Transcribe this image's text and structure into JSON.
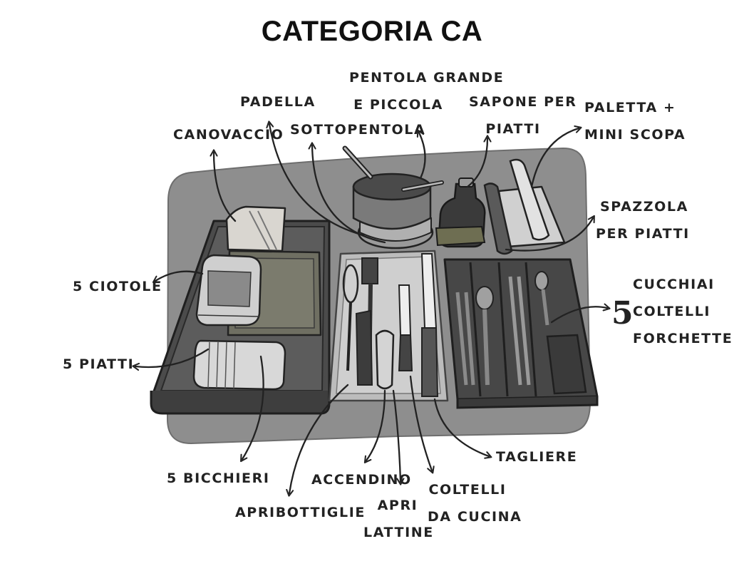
{
  "title": "CATEGORIA CA",
  "labels": {
    "canovaccio": "CANOVACCIO",
    "padella": "PADELLA",
    "sottopentola": "SOTTOPENTOLA",
    "pentola_1": "PENTOLA GRANDE",
    "pentola_2": "E PICCOLA",
    "sapone_1": "SAPONE PER",
    "sapone_2": "PIATTI",
    "paletta_1": "PALETTA +",
    "paletta_2": "MINI SCOPA",
    "spazzola_1": "SPAZZOLA",
    "spazzola_2": "PER PIATTI",
    "ciotole": "5 CIOTOLE",
    "piatti": "5 PIATTI",
    "posate_count": "5",
    "cucchiai": "CUCCHIAI",
    "coltelli": "COLTELLI",
    "forchette": "FORCHETTE",
    "bicchieri": "5 BICCHIERI",
    "apribottiglie": "APRIBOTTIGLIE",
    "accendino": "ACCENDINO",
    "apri_1": "APRI",
    "apri_2": "LATTINE",
    "coltelli_cucina_1": "COLTELLI",
    "coltelli_cucina_2": "DA CUCINA",
    "tagliere": "TAGLIERE"
  },
  "colors": {
    "mat": "#8f8f8f",
    "tray": "#4a4a4a",
    "tray_inner": "#5e5e5e",
    "light_tray": "#bdbdbd",
    "outline": "#262626",
    "arrow": "#222222"
  }
}
